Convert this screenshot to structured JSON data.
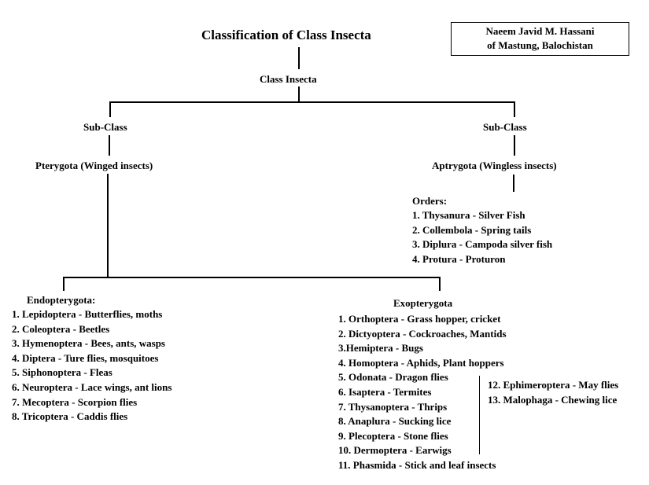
{
  "title": "Classification of Class Insecta",
  "author": {
    "line1": "Naeem Javid M. Hassani",
    "line2": "of Mastung,  Balochistan"
  },
  "root": "Class Insecta",
  "left_branch": {
    "subclass_label": "Sub-Class",
    "name": "Pterygota (Winged insects)"
  },
  "right_branch": {
    "subclass_label": "Sub-Class",
    "name": "Aptrygota (Wingless insects)",
    "orders_heading": "Orders:",
    "orders": [
      "1. Thysanura - Silver Fish",
      "2. Collembola - Spring tails",
      "3. Diplura - Campoda silver fish",
      "4. Protura - Proturon"
    ]
  },
  "endopterygota": {
    "heading": "Endopterygota:",
    "orders": [
      "1. Lepidoptera - Butterflies, moths",
      "2. Coleoptera - Beetles",
      "3. Hymenoptera - Bees, ants, wasps",
      "4. Diptera - Ture flies, mosquitoes",
      "5. Siphonoptera - Fleas",
      "6. Neuroptera - Lace wings, ant lions",
      "7. Mecoptera - Scorpion flies",
      "8. Tricoptera - Caddis flies"
    ]
  },
  "exopterygota": {
    "heading": "Exopterygota",
    "orders": [
      "1. Orthoptera - Grass hopper, cricket",
      "2. Dictyoptera - Cockroaches, Mantids",
      "3.Hemiptera - Bugs",
      "4. Homoptera -  Aphids, Plant hoppers",
      "5. Odonata - Dragon flies",
      "6. Isaptera - Termites",
      "7. Thysanoptera - Thrips",
      "8. Anaplura - Sucking lice",
      "9. Plecoptera - Stone flies",
      "10. Dermoptera - Earwigs",
      "11. Phasmida - Stick and leaf insects"
    ],
    "extra_orders": [
      "12. Ephimeroptera - May flies",
      "13. Malophaga - Chewing lice"
    ]
  }
}
